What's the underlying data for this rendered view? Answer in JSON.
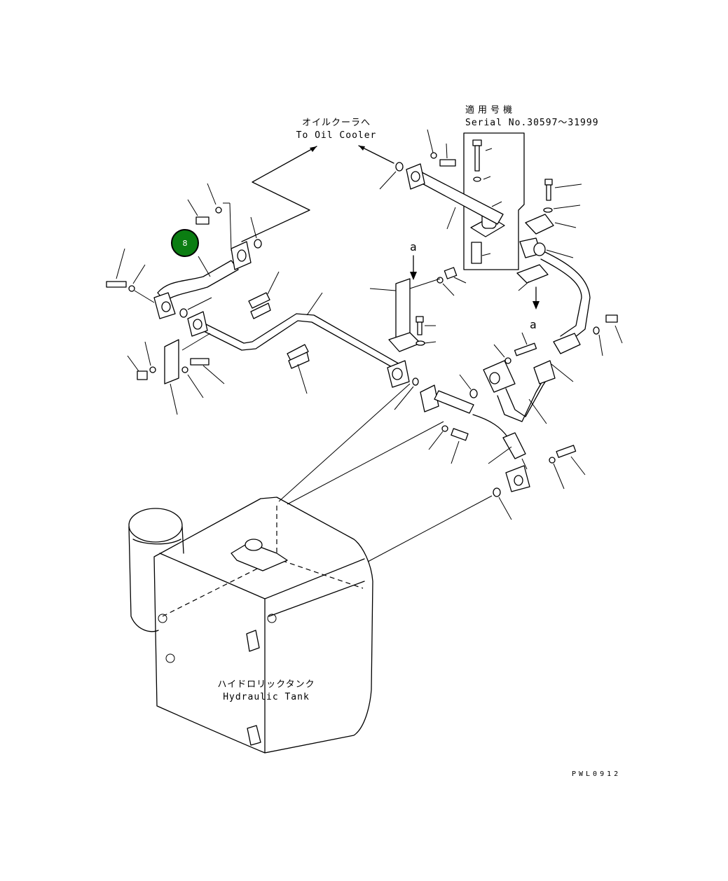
{
  "labels": {
    "to_oil_cooler_jp": "オイルクーラへ",
    "to_oil_cooler_en": "To Oil Cooler",
    "applicable_jp": "適用号機",
    "serial_range": "Serial No.30597～31999",
    "view_a_top": "a",
    "view_a_right": "a",
    "tank_jp": "ハイドロリックタンク",
    "tank_en": "Hydraulic Tank",
    "drawing_code": "PWL0912"
  },
  "callout": {
    "number": "8",
    "color": "#0b7d12"
  }
}
